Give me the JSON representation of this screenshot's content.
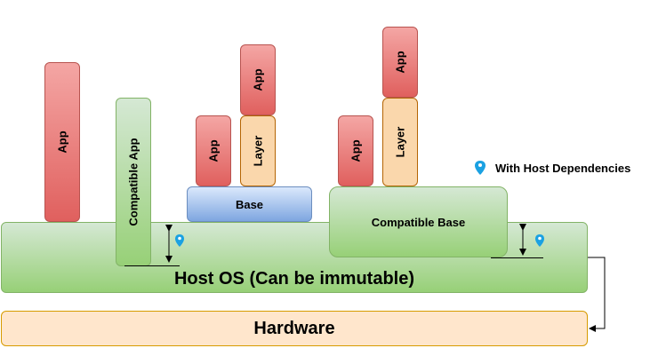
{
  "labels": {
    "host_os": "Host OS (Can be immutable)",
    "hardware": "Hardware",
    "app": "App",
    "compatible_app": "Compatible App",
    "layer": "Layer",
    "base": "Base",
    "compatible_base": "Compatible Base",
    "legend": "With Host Dependencies"
  },
  "colors": {
    "app_fill": "#e0605e",
    "host_os_fill": "#97d077",
    "layer_fill": "#fad7ac",
    "base_fill": "#7ea6e0",
    "hardware_fill": "#ffe6cc",
    "pin": "#1ba1e2"
  },
  "icons": {
    "dependency": "map-pin-icon"
  }
}
